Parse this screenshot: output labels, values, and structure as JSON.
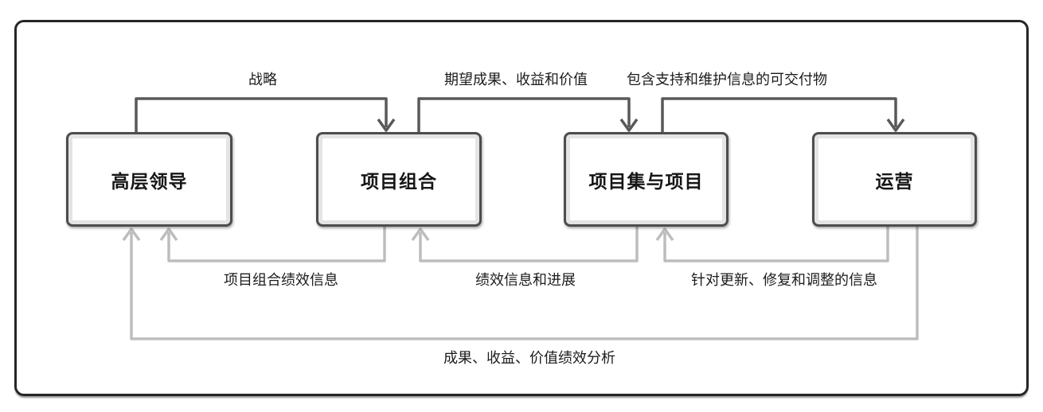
{
  "diagram": {
    "nodes": [
      {
        "id": "senior-leadership",
        "label": "高层领导"
      },
      {
        "id": "portfolio",
        "label": "项目组合"
      },
      {
        "id": "programs-projects",
        "label": "项目集与项目"
      },
      {
        "id": "operations",
        "label": "运营"
      }
    ],
    "forward_flows": [
      {
        "from": "高层领导",
        "to": "项目组合",
        "label": "战略"
      },
      {
        "from": "项目组合",
        "to": "项目集与项目",
        "label": "期望成果、收益和价值"
      },
      {
        "from": "项目集与项目",
        "to": "运营",
        "label": "包含支持和维护信息的可交付物"
      }
    ],
    "feedback_flows": [
      {
        "from": "项目组合",
        "to": "高层领导",
        "label": "项目组合绩效信息"
      },
      {
        "from": "项目集与项目",
        "to": "项目组合",
        "label": "绩效信息和进展"
      },
      {
        "from": "运营",
        "to": "项目集与项目",
        "label": "针对更新、修复和调整的信息"
      },
      {
        "from": "运营",
        "to": "高层领导",
        "label": "成果、收益、价值绩效分析"
      }
    ],
    "colors": {
      "forward_line": "#595959",
      "feedback_line": "#bdbdbd",
      "box_border": "#4d4d4d",
      "frame_border": "#262626",
      "text": "#1c1c1c"
    }
  }
}
